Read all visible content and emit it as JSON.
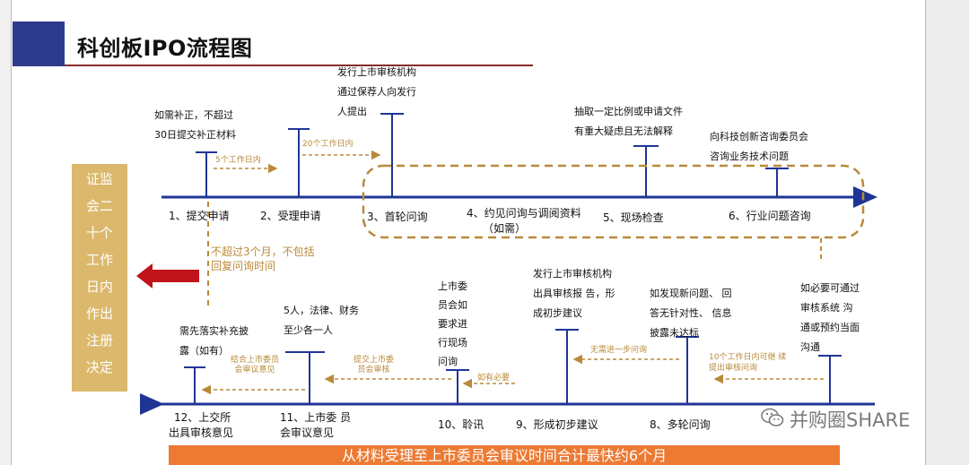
{
  "title": "科创板IPO流程图",
  "side_box": [
    "证监",
    "会二",
    "十个",
    "工作",
    "日内",
    "作出",
    "注册",
    "决定"
  ],
  "top_notes": {
    "supplement_l1": "如需补正，不超过",
    "supplement_l2": "30日提交补正材料",
    "issue_l1": "发行上市审核机构",
    "issue_l2": "通过保荐人向发行",
    "issue_l3": "人提出",
    "sample_l1": "抽取一定比例或申请文件",
    "sample_l2": "有重大疑虑且无法解释",
    "consult_l1": "向科技创新咨询委员会",
    "consult_l2": "咨询业务技术问题"
  },
  "top_timing": {
    "five_days": "5个工作日内",
    "twenty_days": "20个工作日内"
  },
  "top_steps": [
    {
      "label": "1、提交申请"
    },
    {
      "label": "2、受理申请"
    },
    {
      "label": "3、首轮问询"
    },
    {
      "label": "4、约见问询与调阅资料",
      "sub": "（如需）"
    },
    {
      "label": "5、现场检查"
    },
    {
      "label": "6、行业问题咨询"
    }
  ],
  "three_month_l1": "不超过3个月，不包括",
  "three_month_l2": "回复问询时间",
  "bottom_notes": {
    "supp_l1": "需先落实补充披",
    "supp_l2": "露（如有）",
    "committee_l1": "5人，法律、财务",
    "committee_l2": "至少各一人",
    "onsite": [
      "上市委",
      "员会如",
      "要求进",
      "行现场",
      "问询"
    ],
    "prelim_l1": "发行上市审核机构",
    "prelim_l2": "出具审核报 告，形",
    "prelim_l3": "成初步建议",
    "newissue_l1": "如发现新问题、 回",
    "newissue_l2": "答无针对性、 信息",
    "newissue_l3": "披露未达标",
    "comm_l1": "如必要可通过",
    "comm_l2": "审核系统  沟",
    "comm_l3": "通或预约当面",
    "comm_l4": "沟通"
  },
  "bottom_timing": {
    "combine_l1": "结合上市委员",
    "combine_l2": "会审议意见",
    "submit_l1": "提交上市委",
    "submit_l2": "员会审核",
    "if_needed": "如有必要",
    "no_further": "无需进一步问询",
    "ten_days_l1": "10个工作日内可继 续",
    "ten_days_l2": "提出审核问询"
  },
  "bottom_steps": [
    {
      "label_l1": "12、上交所",
      "label_l2": "出具审核意见"
    },
    {
      "label_l1": "11、上市委 员",
      "label_l2": "会审议意见"
    },
    {
      "label_l1": "10、聆讯"
    },
    {
      "label_l1": "9、形成初步建议"
    },
    {
      "label_l1": "8、多轮问询"
    }
  ],
  "banner": "从材料受理至上市委员会审议时间合计最快约6个月",
  "watermark": "并购圈SHARE",
  "colors": {
    "navy": "#1f3596",
    "gold": "#b98a3a",
    "box": "#dbb86c",
    "arrow_red": "#c0141c",
    "banner": "#ec7a33"
  }
}
